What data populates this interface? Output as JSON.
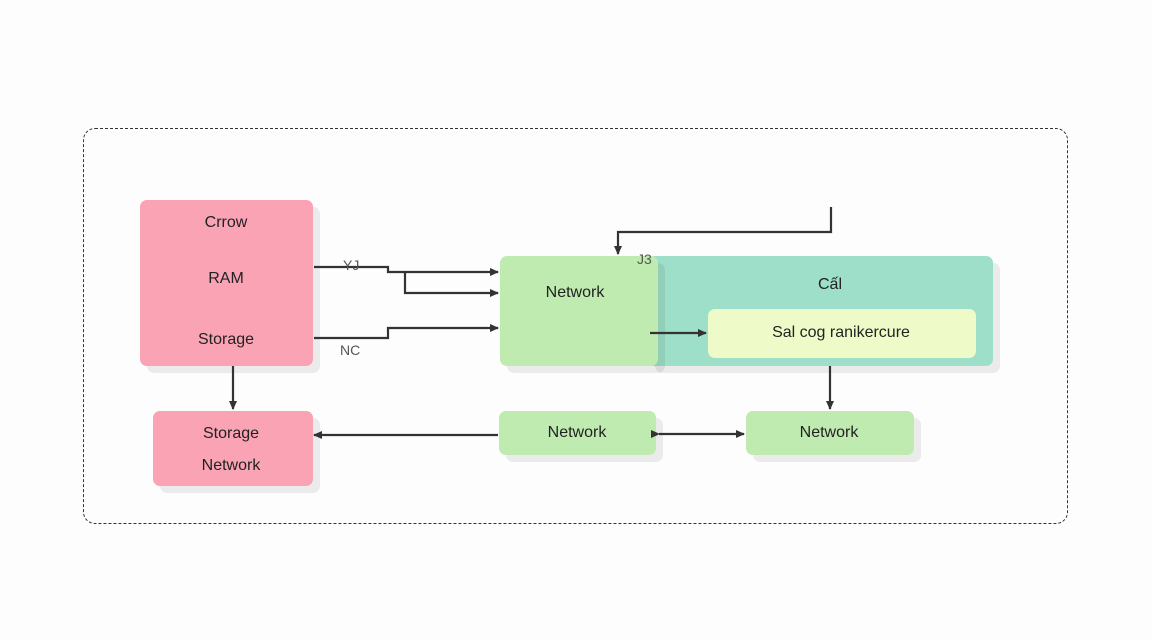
{
  "nodes": {
    "left_block": {
      "line1": "Crrow",
      "line2": "RAM",
      "line3": "Storage"
    },
    "storage_network": {
      "line1": "Storage",
      "line2": "Network"
    },
    "network_top": {
      "label": "Network"
    },
    "cache_group": {
      "label": "Cấl"
    },
    "inner_box": {
      "label": "Sal cog ranikercure"
    },
    "network_mid": {
      "label": "Network"
    },
    "network_right": {
      "label": "Network"
    }
  },
  "edge_labels": {
    "top": "YJ",
    "bottom": "NC",
    "feedback": "J3"
  },
  "colors": {
    "pink": "#f9a3b5",
    "green": "#bfeab0",
    "teal": "#9ddfc8",
    "lime": "#eefbc8",
    "line": "#333333"
  }
}
